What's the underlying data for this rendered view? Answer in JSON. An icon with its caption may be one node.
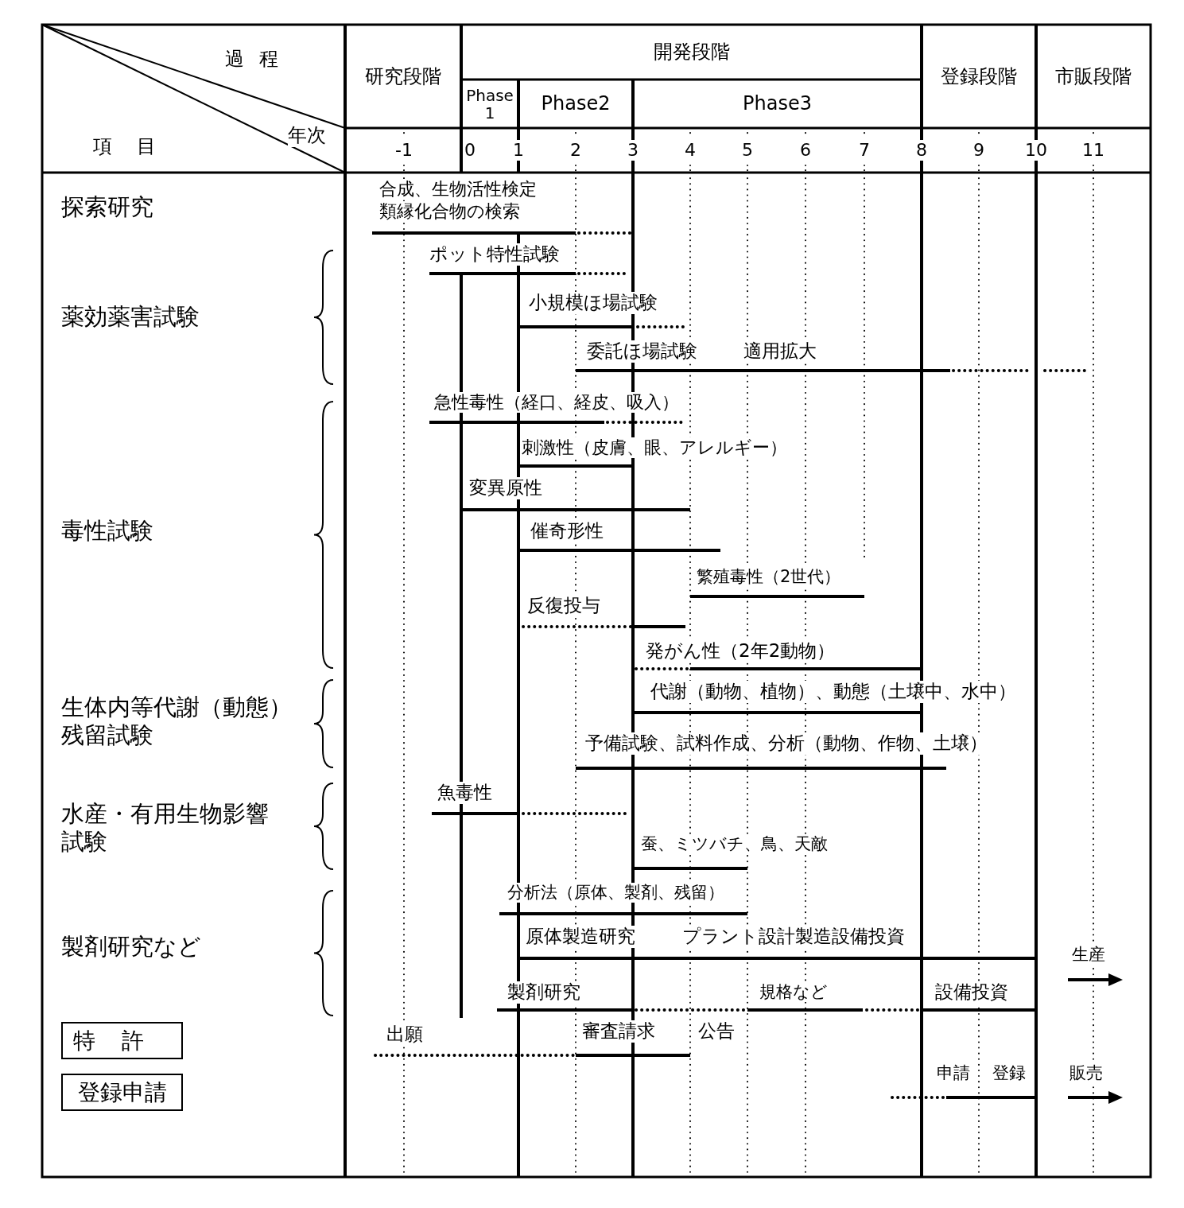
{
  "diagram": {
    "nodes": [
      {
        "text": [
          "特許"
        ]
      },
      {
        "text": [
          "登録申請"
        ]
      }
    ],
    "labels": [
      "過程",
      "年次",
      "項目",
      "研究段階",
      "開発段階",
      "登録段階",
      "市販段階",
      "Phase 1",
      "Phase2",
      "Phase3",
      "-1",
      "0",
      "1",
      "2",
      "3",
      "4",
      "5",
      "6",
      "7",
      "8",
      "9",
      "10",
      "11",
      "探索研究",
      "合成、生物活性検定",
      "類縁化合物の検索",
      "ポット特性試験",
      "小規模ほ場試験",
      "薬効薬害試験",
      "委託ほ場試験",
      "適用拡大",
      "急性毒性（経口、経皮、吸入）",
      "刺激性（皮膚、眼、アレルギー）",
      "変異原性",
      "毒性試験",
      "催奇形性",
      "繁殖毒性（2世代）",
      "反復投与",
      "発がん性（2年2動物）",
      "代謝（動物、植物）、動態（土壌中、水中）",
      "生体内等代謝（動態）残留試験",
      "予備試験、試料作成、分析（動物、作物、土壌）",
      "魚毒性",
      "水産・有用生物影響試験",
      "蚕、ミツバチ、鳥、天敵",
      "分析法（原体、製剤、残留）",
      "原体製造研究",
      "プラント設計製造設備投資",
      "製剤研究など",
      "生産",
      "製剤研究",
      "規格など",
      "設備投資",
      "出願",
      "審査請求",
      "公告",
      "申請",
      "登録",
      "販売"
    ]
  }
}
